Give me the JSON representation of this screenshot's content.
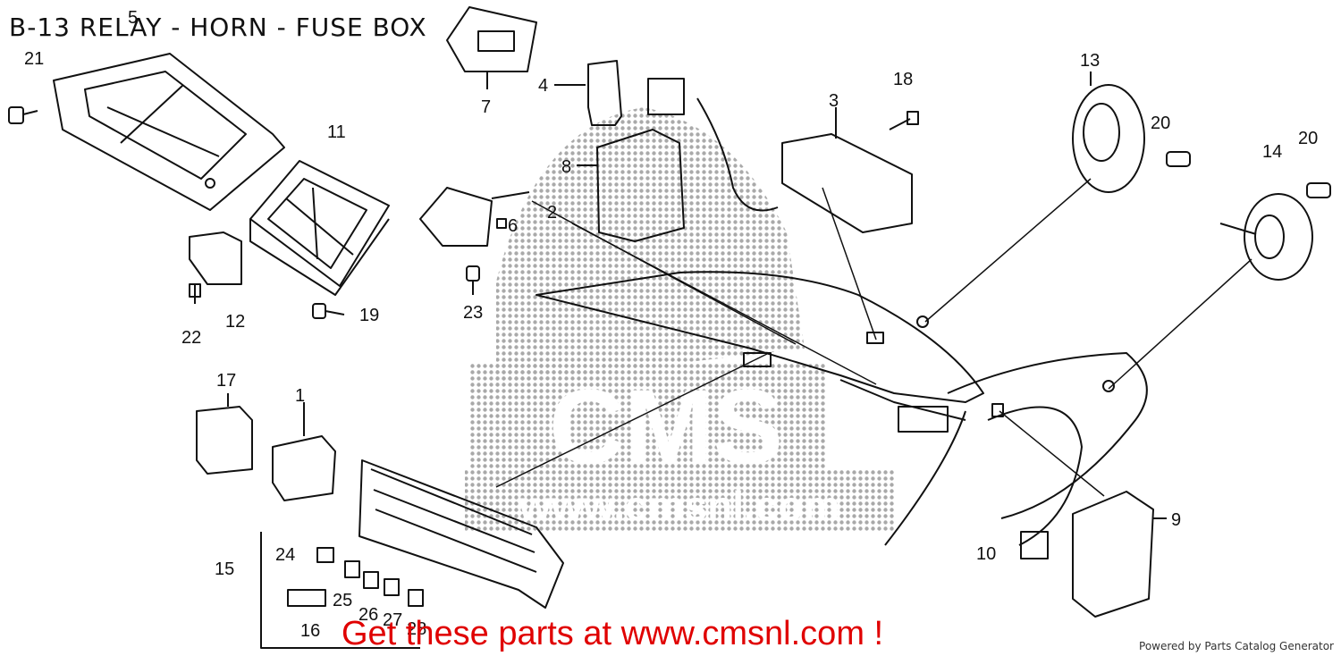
{
  "title": "B-13 RELAY - HORN - FUSE BOX",
  "watermark": {
    "brand": "CMS",
    "url": "www.cmsnl.com"
  },
  "callouts": [
    "1",
    "2",
    "3",
    "4",
    "5",
    "6",
    "7",
    "8",
    "9",
    "10",
    "11",
    "12",
    "13",
    "14",
    "15",
    "16",
    "17",
    "18",
    "19",
    "20",
    "20",
    "21",
    "22",
    "23",
    "24",
    "25",
    "26",
    "27",
    "28"
  ],
  "cta_text": "Get these parts at www.cmsnl.com !",
  "powered_by": "Powered by Parts Catalog Generator",
  "colors": {
    "line": "#111111",
    "cta": "#e00000",
    "watermark": "#9a9a9a"
  }
}
